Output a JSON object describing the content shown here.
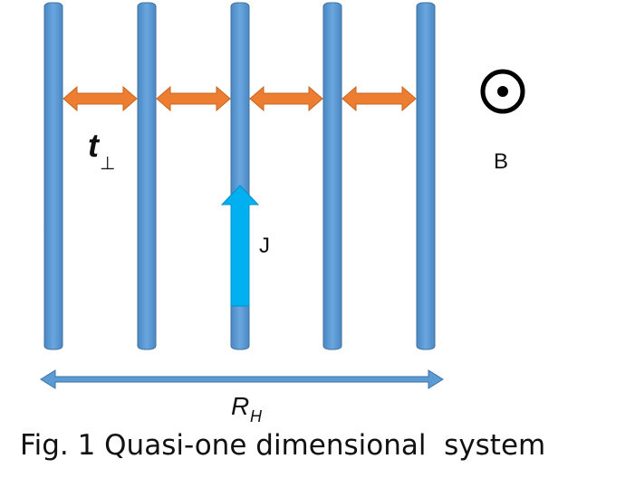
{
  "labels": {
    "hopping": "t",
    "hopping_sub": "⊥",
    "field": "B",
    "current": "J",
    "hall_base": "R",
    "hall_sub": "H"
  },
  "caption": "Fig. 1 Quasi-one dimensional  system",
  "chains": {
    "count": 5
  },
  "colors": {
    "chain": "#5b9bd5",
    "chain_edge": "#41719c",
    "hopping_arrow": "#ed7d31",
    "current_arrow": "#00b0f0",
    "length_arrow": "#5b9bd5",
    "field_symbol": "#000000"
  },
  "icons": {
    "field": "out-of-page-field-symbol",
    "hopping": "double-headed-arrow",
    "current": "up-arrow"
  }
}
